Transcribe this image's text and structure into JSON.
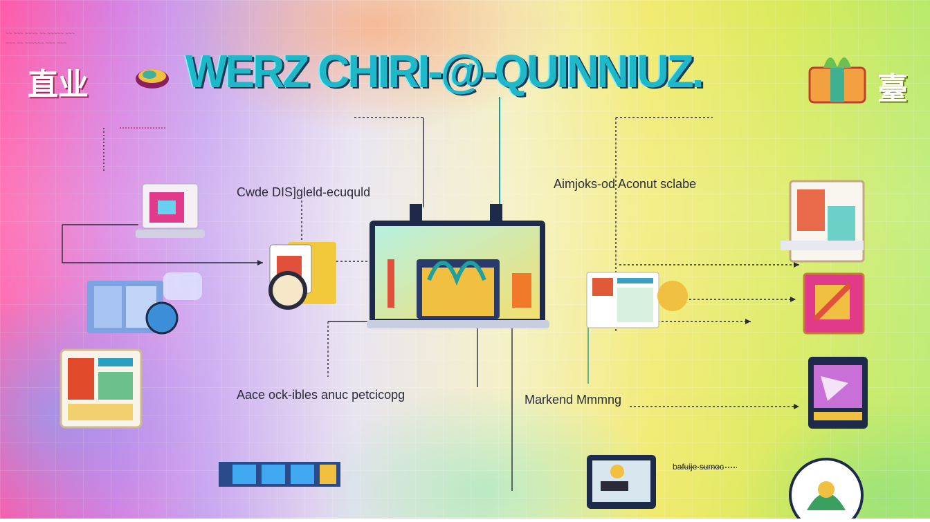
{
  "title": {
    "main": "WERZ CHIRI-@-QUINNIUZ.",
    "left_glyphs": "直业",
    "right_glyph": "臺"
  },
  "labels": {
    "left_upper": "Cwde DIS]gleld-ecuquld",
    "right_upper": "Aimjoks-od Aconut sclabe",
    "left_lower": "Aace ock-ibles anuc petcicopg",
    "right_lower": "Markend Mmmng",
    "bottom_small": "bafuije sumoc"
  },
  "colors": {
    "title": "#1fb8c8",
    "title_shadow": "#173a57",
    "wire": "#2a2a3a",
    "wire_teal": "#1a9aa0",
    "center_frame": "#1e2a4a"
  },
  "icons": [
    "laptop-icon",
    "shopping-bag-icon",
    "tablet-icon",
    "calendar-icon",
    "document-icon",
    "film-strip-icon",
    "monitor-icon",
    "globe-icon",
    "gift-box-icon"
  ]
}
